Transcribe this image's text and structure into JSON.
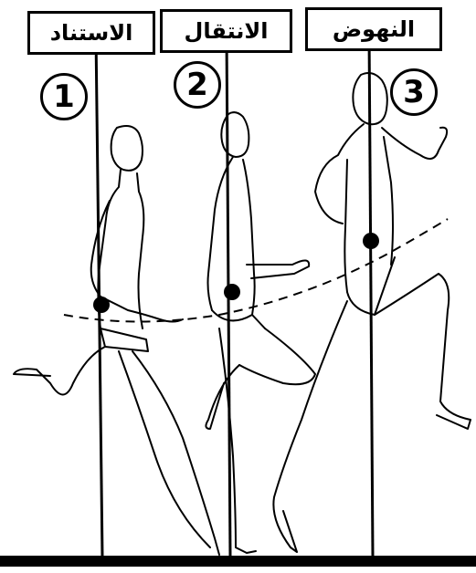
{
  "phases": [
    {
      "label": "الاستناد",
      "number": "1"
    },
    {
      "label": "الانتقال",
      "number": "2"
    },
    {
      "label": "النهوض",
      "number": "3"
    }
  ],
  "colors": {
    "line": "#000000",
    "background": "#ffffff"
  }
}
